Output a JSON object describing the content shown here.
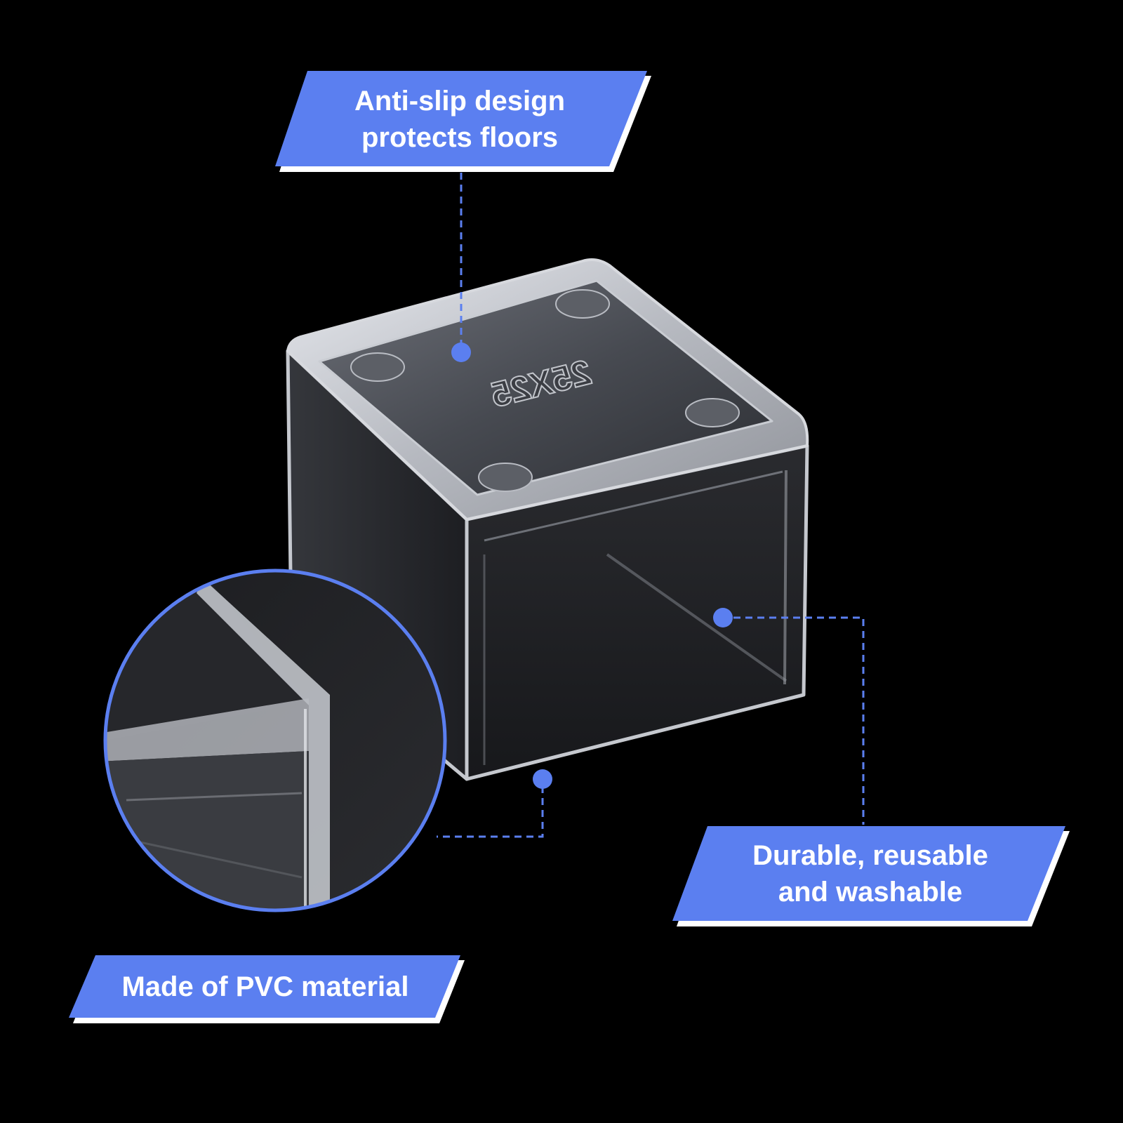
{
  "accent_color": "#5b7ff0",
  "product_marking": "25X25",
  "callouts": {
    "top": {
      "line1": "Anti-slip design",
      "line2": "protects floors"
    },
    "right": {
      "line1": "Durable, reusable",
      "line2": "and washable"
    },
    "left": {
      "line1": "Made of PVC material"
    }
  }
}
